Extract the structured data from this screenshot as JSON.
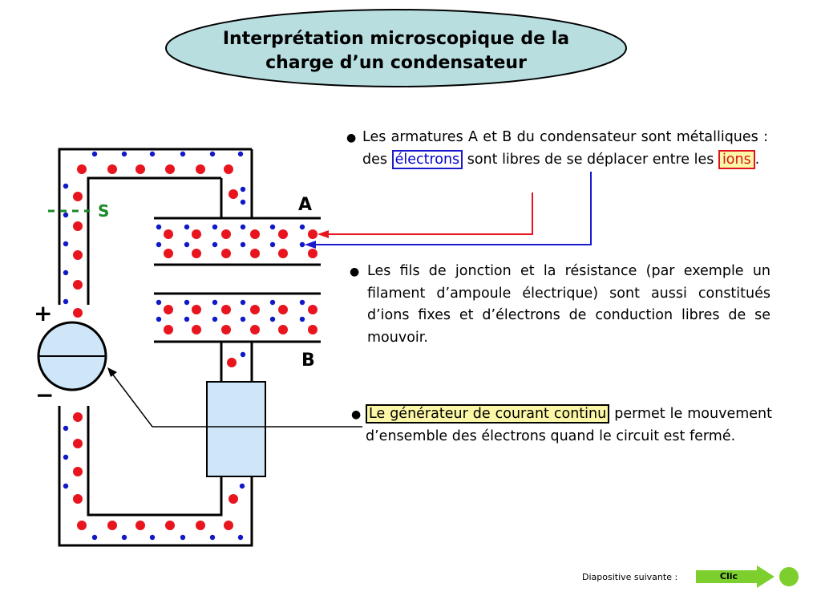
{
  "title": {
    "line1": "Interprétation microscopique de la",
    "line2": "charge d’un condensateur"
  },
  "diagram": {
    "label_a": "A",
    "label_b": "B",
    "label_s": "S",
    "label_plus": "+",
    "label_minus": "−",
    "switch_dashes": "- - -"
  },
  "paragraphs": {
    "p1": {
      "part1": "Les armatures A et B du condensateur sont métalliques : des ",
      "electrons": "électrons",
      "part2": " sont libres de se déplacer entre les ",
      "ions": "ions",
      "part3": "."
    },
    "p2": {
      "text": "Les fils de jonction et la résistance (par exemple un filament d’ampoule électrique) sont aussi constitués d’ions fixes et d’électrons de conduction libres de se mouvoir."
    },
    "p3": {
      "highlight": "Le générateur de courant continu",
      "rest": " permet le mouvement d’ensemble des électrons quand le circuit est fermé."
    }
  },
  "nav": {
    "label": "Diapositive suivante :",
    "button": "Clic"
  },
  "colors": {
    "ion": "#e8141e",
    "electron": "#1018c8",
    "generator_fill": "#cfe6f8",
    "resistor_fill": "#cfe6f8",
    "title_fill": "#b8dee0",
    "switch": "#1a8a2a",
    "nav_green": "#7ccf2c"
  }
}
